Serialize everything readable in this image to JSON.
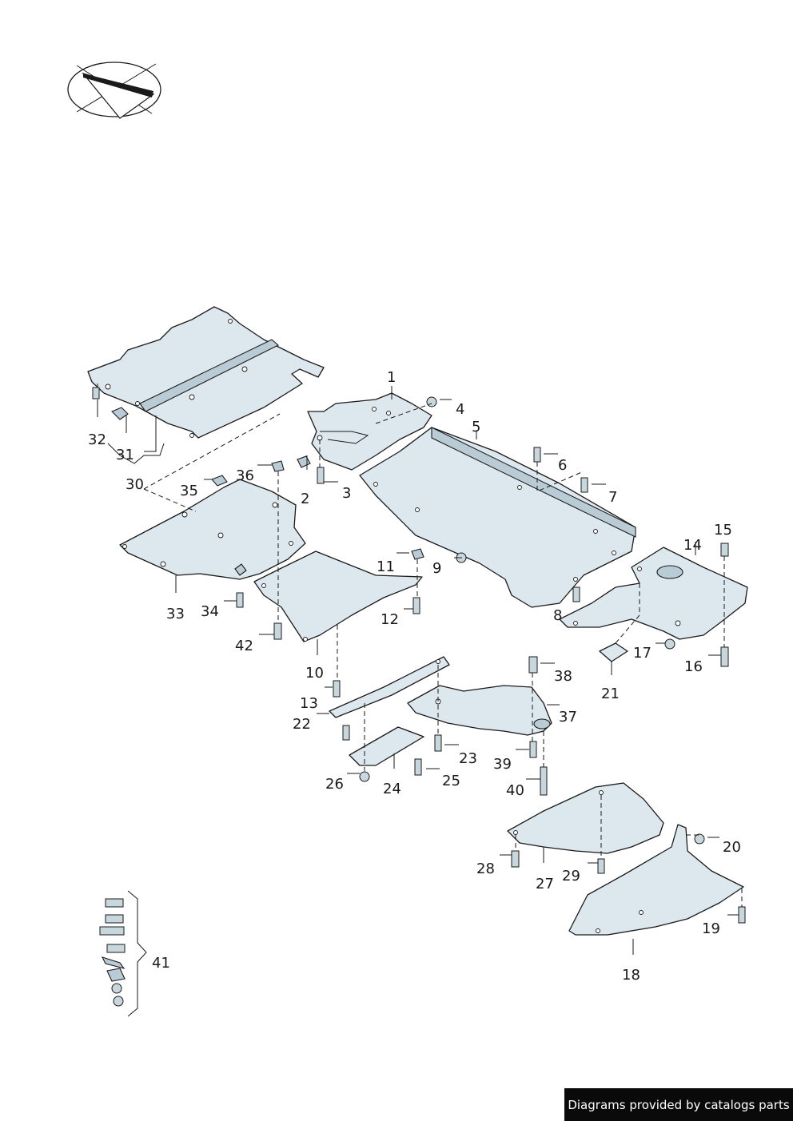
{
  "callouts": {
    "c1": "1",
    "c2": "2",
    "c3": "3",
    "c4": "4",
    "c5": "5",
    "c6": "6",
    "c7": "7",
    "c8": "8",
    "c9": "9",
    "c10": "10",
    "c11": "11",
    "c12": "12",
    "c13": "13",
    "c14": "14",
    "c15": "15",
    "c16": "16",
    "c17": "17",
    "c18": "18",
    "c19": "19",
    "c20": "20",
    "c21": "21",
    "c22": "22",
    "c23": "23",
    "c24": "24",
    "c25": "25",
    "c26": "26",
    "c27": "27",
    "c28": "28",
    "c29": "29",
    "c30": "30",
    "c31": "31",
    "c32": "32",
    "c33": "33",
    "c34": "34",
    "c35": "35",
    "c36": "36",
    "c37": "37",
    "c38": "38",
    "c39": "39",
    "c40": "40",
    "c41": "41",
    "c42": "42"
  },
  "watermark": "Diagrams provided by catalogs parts",
  "icons": {
    "orientation": "vehicle-orientation-icon"
  },
  "colors": {
    "part_fill": "#dde8ee",
    "part_shade": "#b9ccd6",
    "line": "#1a1a1a"
  }
}
